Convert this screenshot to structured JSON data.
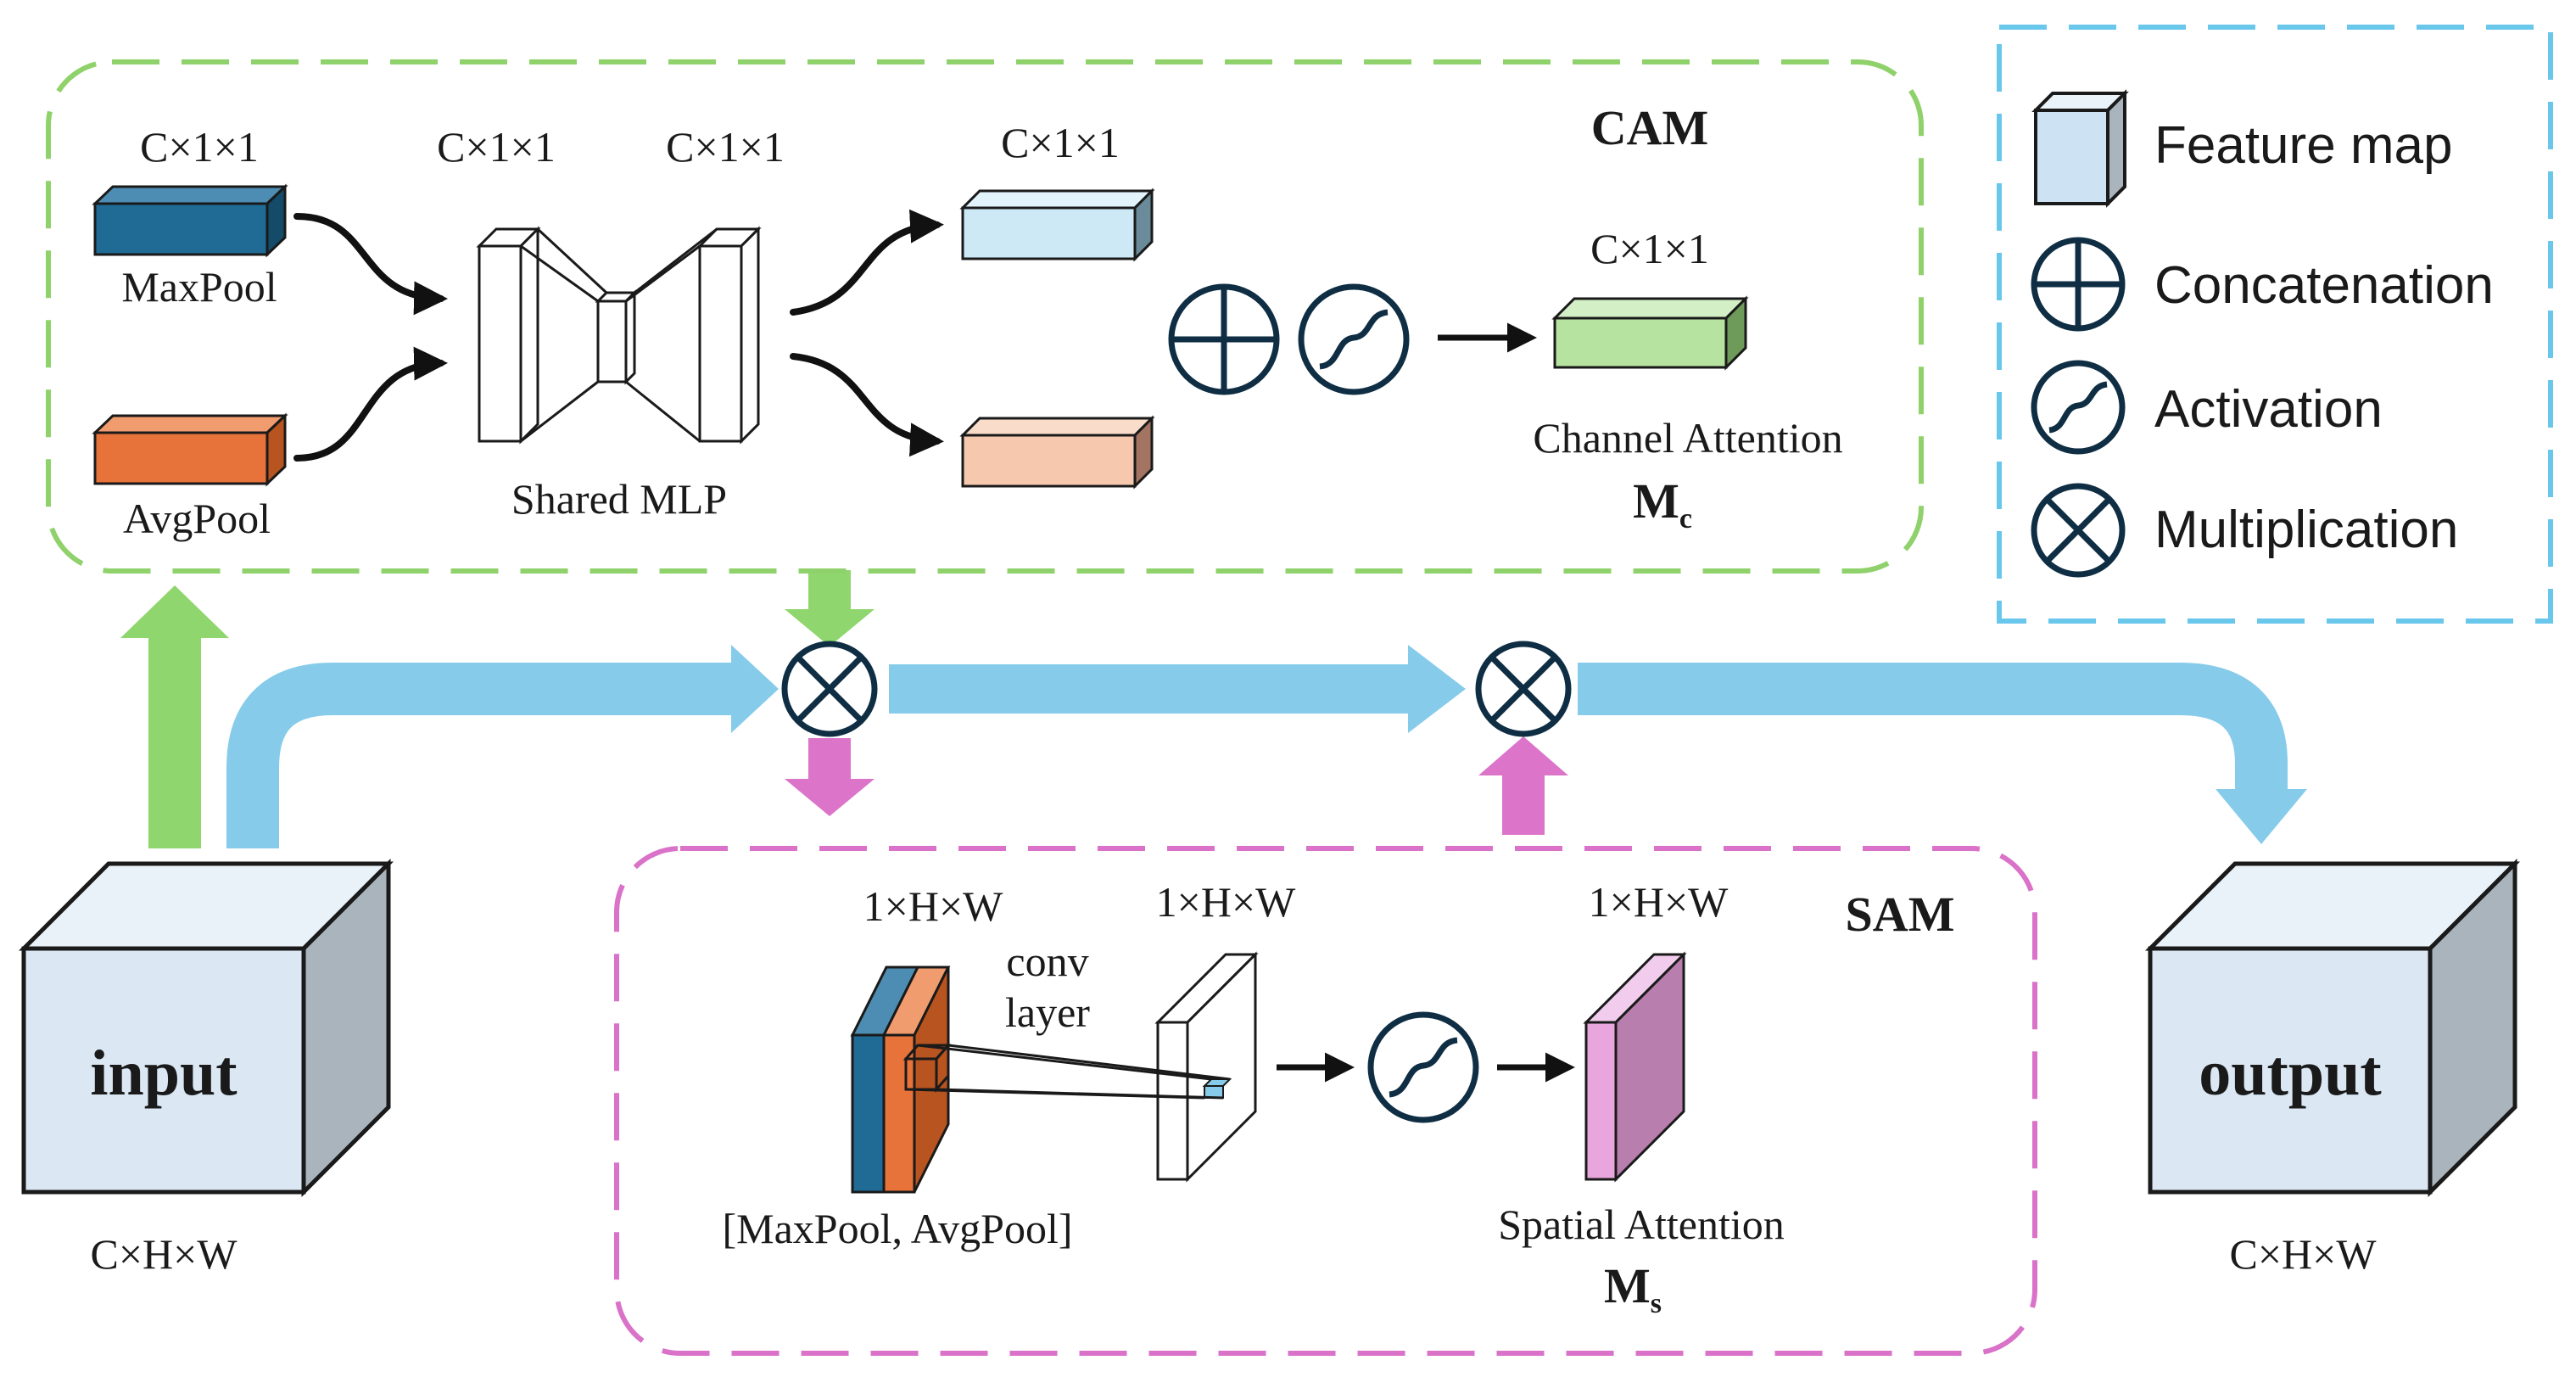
{
  "cam": {
    "title": "CAM",
    "shape_label_max": "C×1×1",
    "shape_label_mlp_in": "C×1×1",
    "shape_label_mlp_out": "C×1×1",
    "shape_label_out": "C×1×1",
    "shape_label_mc": "C×1×1",
    "maxpool": "MaxPool",
    "avgpool": "AvgPool",
    "shared_mlp": "Shared MLP",
    "channel_attention": "Channel Attention",
    "mc_symbol": "M",
    "mc_subscript": "c",
    "border_color": "#8fd16a"
  },
  "sam": {
    "title": "SAM",
    "shape_label_in": "1×H×W",
    "shape_label_conv": "1×H×W",
    "shape_label_out": "1×H×W",
    "conv_line1": "conv",
    "conv_line2": "layer",
    "pool_pair": "[MaxPool, AvgPool]",
    "spatial_attention": "Spatial Attention",
    "ms_symbol": "M",
    "ms_subscript": "s",
    "border_color": "#d972c8"
  },
  "input": {
    "label": "input",
    "shape": "C×H×W"
  },
  "output": {
    "label": "output",
    "shape": "C×H×W"
  },
  "legend": {
    "border_color": "#6ac7ec",
    "items": [
      {
        "icon": "feature-map-icon",
        "label": "Feature map"
      },
      {
        "icon": "concatenation-icon",
        "label": "Concatenation"
      },
      {
        "icon": "activation-icon",
        "label": "Activation"
      },
      {
        "icon": "multiplication-icon",
        "label": "Multiplication"
      }
    ]
  },
  "colors": {
    "maxpool": "#1f6b96",
    "avgpool": "#e8733a",
    "mlp_out_top": "#cde9f5",
    "mlp_out_bottom": "#f6c8ae",
    "channel_attention": "#b6e3a0",
    "spatial_attention": "#e8a6dc",
    "cube_face": "#dbe8f4",
    "cube_side": "#a9b4bd",
    "flow_blue": "#86ccea",
    "flow_green": "#8fd66e",
    "flow_pink": "#dc74c9"
  }
}
